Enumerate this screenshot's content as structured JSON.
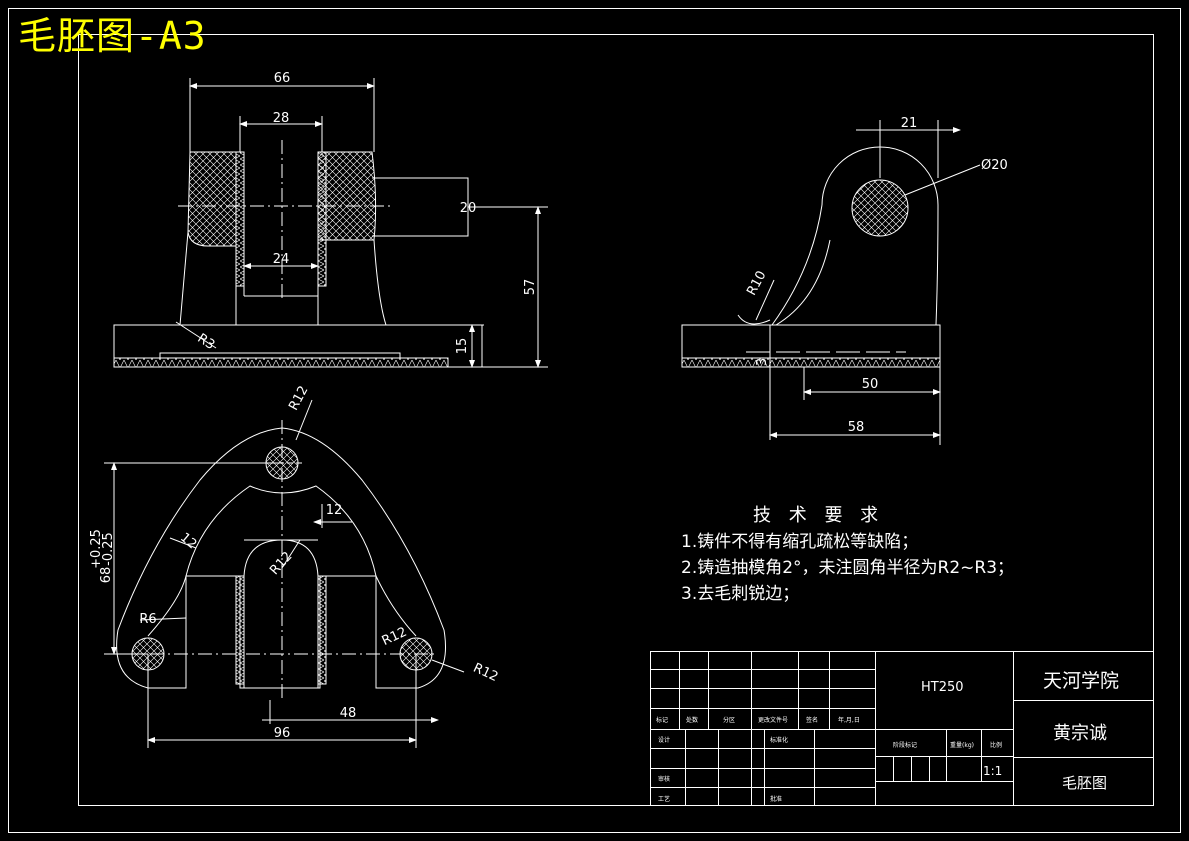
{
  "sheet_title": "毛胚图-A3",
  "dimensions": {
    "d66": "66",
    "d28": "28",
    "d20": "20",
    "d24": "24",
    "d57": "57",
    "d15": "15",
    "r3": "R3",
    "d21": "21",
    "phi20": "Ø20",
    "r10": "R10",
    "d3": "3",
    "d50": "50",
    "d58": "58",
    "r12_top": "R12",
    "d12": "12",
    "r12_mid": "R12",
    "i12": "12",
    "r6": "R6",
    "r12_hole": "R12",
    "r12_out": "R12",
    "d68": "68",
    "tol_upper": "+0.25",
    "tol_lower": "-0.25",
    "d48": "48",
    "d96": "96"
  },
  "tech_requirements": {
    "heading": "技 术 要 求",
    "items": [
      "1.铸件不得有缩孔疏松等缺陷；",
      "2.铸造抽模角2°，未注圆角半径为R2~R3；",
      "3.去毛刺锐边；"
    ]
  },
  "title_block": {
    "material": "HT250",
    "school": "天河学院",
    "designer": "黄宗诚",
    "drawing_name": "毛胚图",
    "scale": "1:1",
    "hdr_biaoji": "标记",
    "hdr_chushu": "处数",
    "hdr_fenqu": "分区",
    "hdr_wenjian": "更改文件号",
    "hdr_qianming": "签名",
    "hdr_riqi": "年,月,日",
    "lbl_sheji": "设计",
    "lbl_biaozhunhua": "标准化",
    "lbl_shenhe": "审核",
    "lbl_gongyi": "工艺",
    "lbl_pizhun": "批准",
    "lbl_jieduan": "阶段标记",
    "lbl_zhongliang": "重量(kg)",
    "lbl_bili": "比例"
  }
}
